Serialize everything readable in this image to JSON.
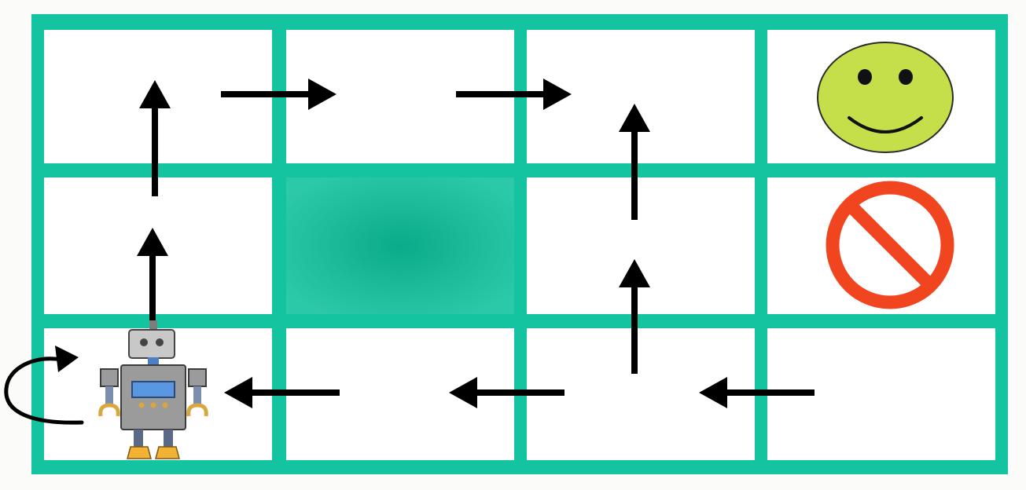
{
  "grid": {
    "rows": 3,
    "cols": 4,
    "colors": {
      "line": "#14c3a0",
      "cell": "#ffffff",
      "wall_center": "#0aab8a",
      "wall_edge": "#2cc9a8",
      "arrow": "#000000"
    },
    "cells": [
      {
        "row": 0,
        "col": 3,
        "type": "goal",
        "icon": "smiley-face-icon"
      },
      {
        "row": 1,
        "col": 1,
        "type": "wall"
      },
      {
        "row": 1,
        "col": 3,
        "type": "forbidden",
        "icon": "no-entry-icon"
      },
      {
        "row": 2,
        "col": 0,
        "type": "agent",
        "icon": "robot-icon"
      }
    ]
  },
  "icons": {
    "goal": {
      "name": "smiley-face-icon",
      "face_color": "#c5df4a"
    },
    "forbidden": {
      "name": "no-entry-icon",
      "color": "#f0451f"
    },
    "agent": {
      "name": "robot-icon"
    },
    "stay": {
      "name": "stay-curved-arrow-icon"
    }
  },
  "path": [
    {
      "from": [
        1,
        0
      ],
      "to": [
        0,
        0
      ],
      "direction": "up"
    },
    {
      "from": [
        2,
        0
      ],
      "to": [
        1,
        0
      ],
      "direction": "up"
    },
    {
      "from": [
        0,
        0
      ],
      "to": [
        0,
        1
      ],
      "direction": "right"
    },
    {
      "from": [
        0,
        1
      ],
      "to": [
        0,
        2
      ],
      "direction": "right"
    },
    {
      "from": [
        1,
        2
      ],
      "to": [
        0,
        2
      ],
      "direction": "up"
    },
    {
      "from": [
        2,
        2
      ],
      "to": [
        1,
        2
      ],
      "direction": "up"
    },
    {
      "from": [
        2,
        1
      ],
      "to": [
        2,
        0
      ],
      "direction": "left"
    },
    {
      "from": [
        2,
        2
      ],
      "to": [
        2,
        1
      ],
      "direction": "left"
    },
    {
      "from": [
        2,
        3
      ],
      "to": [
        2,
        2
      ],
      "direction": "left"
    },
    {
      "from": [
        2,
        0
      ],
      "to": [
        2,
        0
      ],
      "direction": "stay"
    }
  ]
}
